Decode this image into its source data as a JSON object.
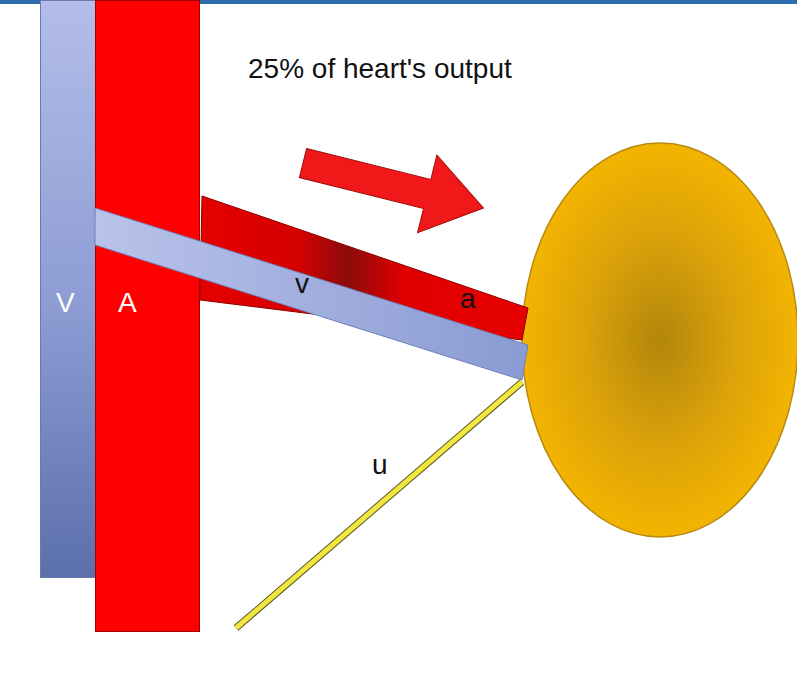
{
  "diagram": {
    "nodes": [
      {
        "text": [
          "V"
        ]
      },
      {
        "text": [
          "A"
        ]
      },
      {
        "text": [
          "v"
        ]
      },
      {
        "text": [
          "a"
        ]
      }
    ],
    "labels": [
      "25% of heart's output",
      "u"
    ]
  }
}
